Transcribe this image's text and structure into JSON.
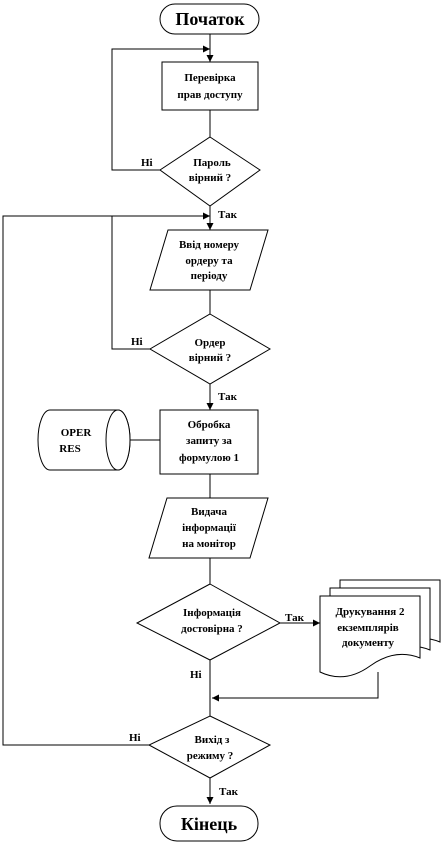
{
  "nodes": {
    "start": "Початок",
    "check_rights": [
      "Перевірка",
      "прав доступу"
    ],
    "password_ok": [
      "Пароль",
      "вірний ?"
    ],
    "input_order": [
      "Ввід  номеру",
      "ордеру та",
      "періоду"
    ],
    "order_ok": [
      "Ордер",
      "вірний ?"
    ],
    "process_query": [
      "Обробка",
      "запиту за",
      "формулою 1"
    ],
    "storage": [
      "OPER",
      "RES"
    ],
    "output_info": [
      "Видача",
      "інформації",
      "на монітор"
    ],
    "info_enough": [
      "Інформація",
      "достовірна  ?"
    ],
    "print_docs": [
      "Друкування 2",
      "екземплярів",
      "документу"
    ],
    "exit_mode": [
      "Вихід  з",
      "режиму ?"
    ],
    "end": "Кінець"
  },
  "edges": {
    "yes": "Так",
    "no": "Ні"
  }
}
